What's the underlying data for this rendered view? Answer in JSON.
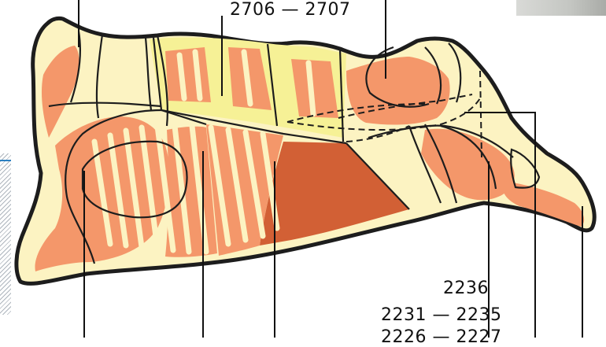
{
  "labels": {
    "top": "2706 — 2707",
    "right_a": "2236",
    "right_b": "2231 — 2235",
    "right_c": "2226 — 2227"
  },
  "colors": {
    "fat": "#fcf3c2",
    "meat": "#f4976a",
    "flank": "#d26035",
    "loin_fat": "#f6f196",
    "outline": "#1d1d1d"
  }
}
